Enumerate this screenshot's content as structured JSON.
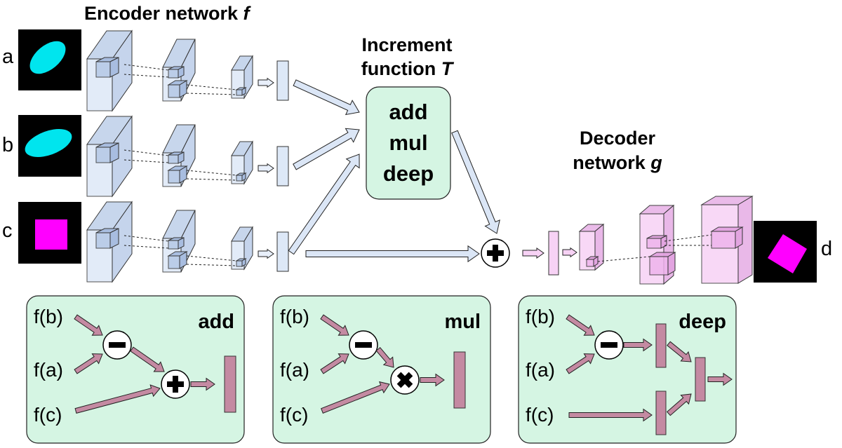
{
  "encoder": {
    "title": "Encoder network ",
    "title_var": "f"
  },
  "increment": {
    "title_line1": "Increment",
    "title_line2": "function ",
    "title_var": "T",
    "ops": [
      "add",
      "mul",
      "deep"
    ]
  },
  "decoder": {
    "title_line1": "Decoder",
    "title_line2": "network ",
    "title_var": "g"
  },
  "inputs": [
    {
      "label": "a",
      "shape": "cyan-ellipse"
    },
    {
      "label": "b",
      "shape": "cyan-ellipse"
    },
    {
      "label": "c",
      "shape": "magenta-square"
    }
  ],
  "output": {
    "label": "d",
    "shape": "magenta-square-rotated"
  },
  "panels": [
    {
      "title": "add",
      "inputs": [
        "f(b)",
        "f(a)",
        "f(c)"
      ],
      "op1": "minus",
      "op2": "plus"
    },
    {
      "title": "mul",
      "inputs": [
        "f(b)",
        "f(a)",
        "f(c)"
      ],
      "op1": "minus",
      "op2": "times"
    },
    {
      "title": "deep",
      "inputs": [
        "f(b)",
        "f(a)",
        "f(c)"
      ],
      "op1": "minus"
    }
  ],
  "colors": {
    "encoder_face": "#dde8f7",
    "encoder_side": "#c5d4ec",
    "decoder_face": "#f7d2f5",
    "decoder_side": "#e9b8e8",
    "panel_fill": "#d5f5e3",
    "arrow_mauve": "#c48aa2",
    "cyan": "#00e5ee",
    "magenta": "#ff00ff"
  }
}
